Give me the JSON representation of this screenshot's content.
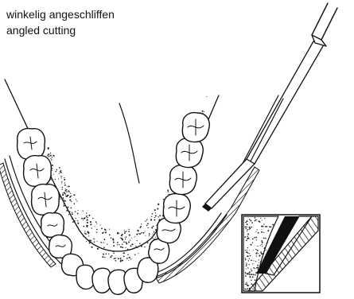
{
  "caption": {
    "line_de": "winkelig angeschliffen",
    "line_en": "angled cutting"
  },
  "figure": {
    "subject": "lower jaw dental arch with angled-cut instrument",
    "inset": "magnified cross-section of angled instrument tip"
  },
  "colors": {
    "ink": "#111111",
    "background": "#ffffff"
  }
}
